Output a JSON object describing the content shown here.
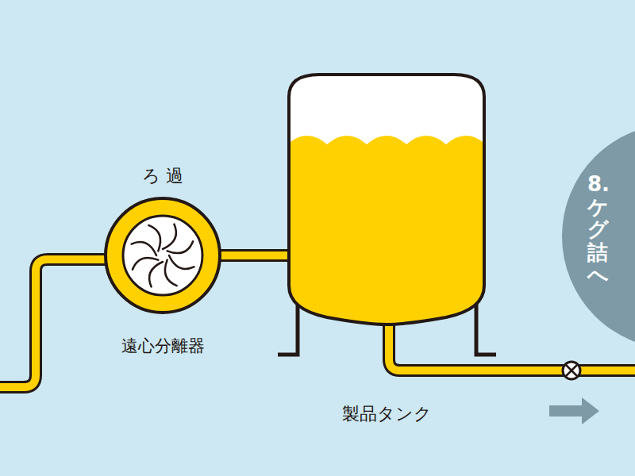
{
  "diagram": {
    "nodes": [
      {
        "text": [
          "ろ 過",
          "遠心分離器"
        ]
      },
      {
        "text": [
          "製品タンク"
        ]
      },
      {
        "text": [
          "8.ケグ詰へ"
        ]
      }
    ],
    "edges": [
      {
        "from": 0,
        "to": 1,
        "arrow": "none"
      },
      {
        "from": 1,
        "to": 2,
        "arrow": "none"
      }
    ]
  }
}
